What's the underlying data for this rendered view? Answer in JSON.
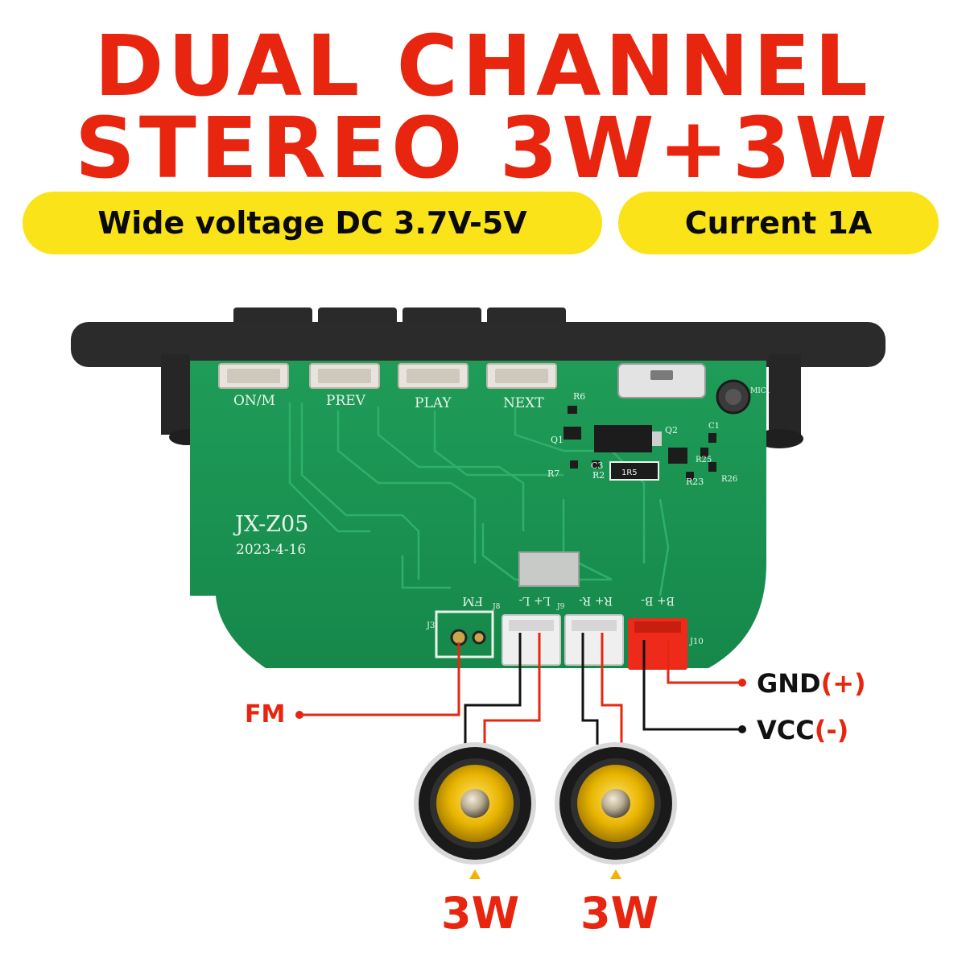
{
  "headline": {
    "line1": "DUAL CHANNEL",
    "line2": "STEREO 3W+3W"
  },
  "specs": {
    "voltage": "Wide voltage DC 3.7V-5V",
    "current": "Current 1A"
  },
  "board": {
    "buttons": [
      "ON/M",
      "PREV",
      "PLAY",
      "NEXT"
    ],
    "model": "JX-Z05",
    "date": "2023-4-16",
    "connector_labels": {
      "fm": "FM",
      "left": "L+ L-",
      "right": "R+ R-",
      "power": "B+ B-"
    },
    "component_labels": [
      "R6",
      "Q1",
      "Q2",
      "R7",
      "C3",
      "R2",
      "1R5",
      "R25",
      "R23",
      "R26",
      "C1",
      "MIC1",
      "J3",
      "J8",
      "J9",
      "J10"
    ]
  },
  "callouts": {
    "fm": "FM",
    "gnd": {
      "text": "GND",
      "sign": "(+)"
    },
    "vcc": {
      "text": "VCC",
      "sign": "(-)"
    }
  },
  "speakers": [
    {
      "power": "3W"
    },
    {
      "power": "3W"
    }
  ],
  "colors": {
    "title_red": "#e8250f",
    "pill_yellow": "#fae318",
    "pcb_green": "#1e9a55",
    "cone_yellow": "#e8b400"
  }
}
